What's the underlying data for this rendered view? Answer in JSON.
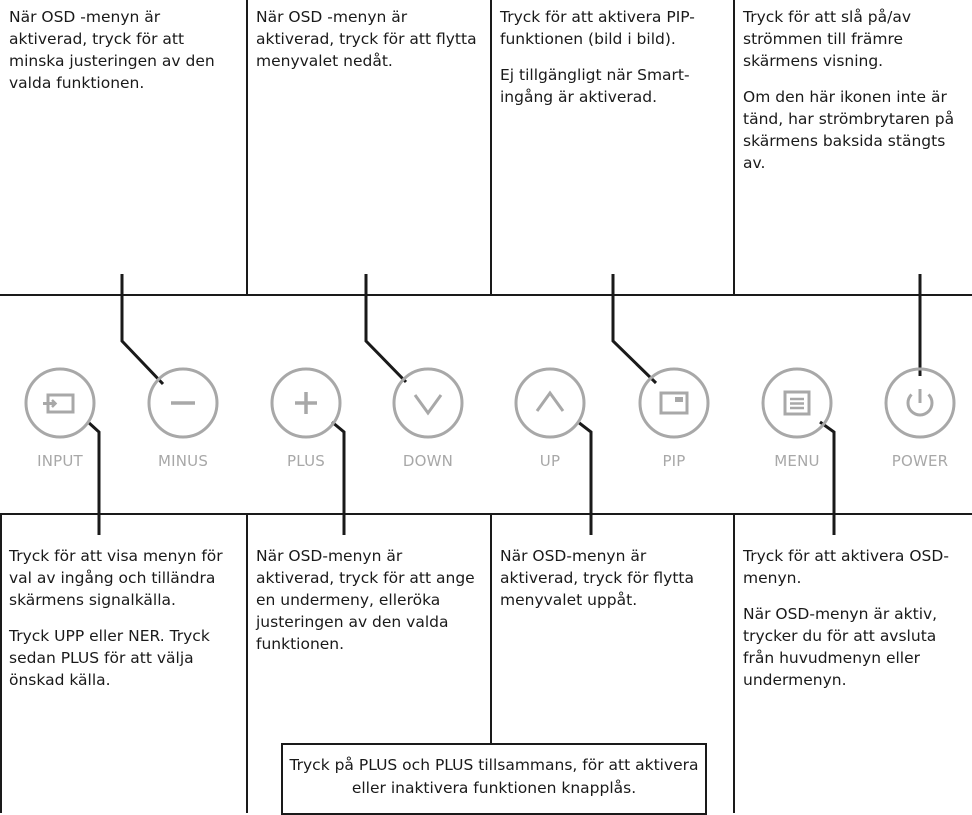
{
  "top_descriptions": [
    {
      "paragraphs": [
        "När OSD -menyn är aktiverad, tryck för att minska justeringen av den valda funktionen."
      ]
    },
    {
      "paragraphs": [
        "När OSD -menyn är aktiverad, tryck för att flytta menyvalet nedåt."
      ]
    },
    {
      "paragraphs": [
        "Tryck för att aktivera PIP-funktionen (bild i bild).",
        "Ej tillgängligt när Smart-ingång är aktiverad."
      ]
    },
    {
      "paragraphs": [
        "Tryck för att slå på/av strömmen till främre skärmens visning.",
        "Om den här ikonen inte är tänd, har strömbrytaren på skärmens baksida stängts av."
      ]
    }
  ],
  "bottom_descriptions": [
    {
      "paragraphs": [
        "Tryck för att visa menyn för val av ingång och tilländra skärmens signalkälla.",
        "Tryck UPP eller NER. Tryck sedan PLUS för att välja önskad källa."
      ]
    },
    {
      "paragraphs": [
        "När OSD-menyn är aktiverad, tryck för att ange en undermeny, elleröka justeringen av den valda funktionen."
      ]
    },
    {
      "paragraphs": [
        "När OSD-menyn är aktiverad, tryck för flytta menyvalet uppåt."
      ]
    },
    {
      "paragraphs": [
        "Tryck för att aktivera OSD-menyn.",
        "När OSD-menyn är aktiv, trycker du för att avsluta från huvudmenyn eller undermenyn."
      ]
    }
  ],
  "buttons": [
    {
      "label": "INPUT",
      "icon": "input-icon"
    },
    {
      "label": "MINUS",
      "icon": "minus-icon"
    },
    {
      "label": "PLUS",
      "icon": "plus-icon"
    },
    {
      "label": "DOWN",
      "icon": "chevron-down-icon"
    },
    {
      "label": "UP",
      "icon": "chevron-up-icon"
    },
    {
      "label": "PIP",
      "icon": "pip-icon"
    },
    {
      "label": "MENU",
      "icon": "menu-icon"
    },
    {
      "label": "POWER",
      "icon": "power-icon"
    }
  ],
  "note": "Tryck på PLUS och PLUS tillsammans, för att aktivera eller inaktivera funktionen knapplås.",
  "colors": {
    "line": "#1a1a1a",
    "button": "#a8a8a8"
  }
}
